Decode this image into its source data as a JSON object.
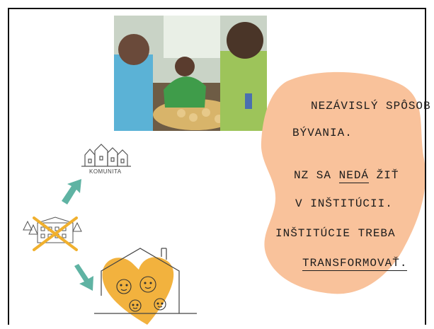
{
  "photo": {
    "description_icon": "photo-people-baking"
  },
  "diagram": {
    "community_label": "KOMUNITA"
  },
  "bubble": {
    "line1": "NEZÁVISLÝ SPÔSOB",
    "line2": "BÝVANIA.",
    "line3a": "NZ SA ",
    "line3b": "NEDÁ",
    "line3c": " ŽIŤ",
    "line4": "V INŠTITÚCII.",
    "line5": "INŠTITÚCIE TREBA",
    "line6": "TRANSFORMOVAŤ."
  },
  "colors": {
    "bubble": "#f9c29b",
    "heart": "#f2b23e",
    "arrow": "#5fb3a3",
    "cross": "#f0b02e"
  }
}
